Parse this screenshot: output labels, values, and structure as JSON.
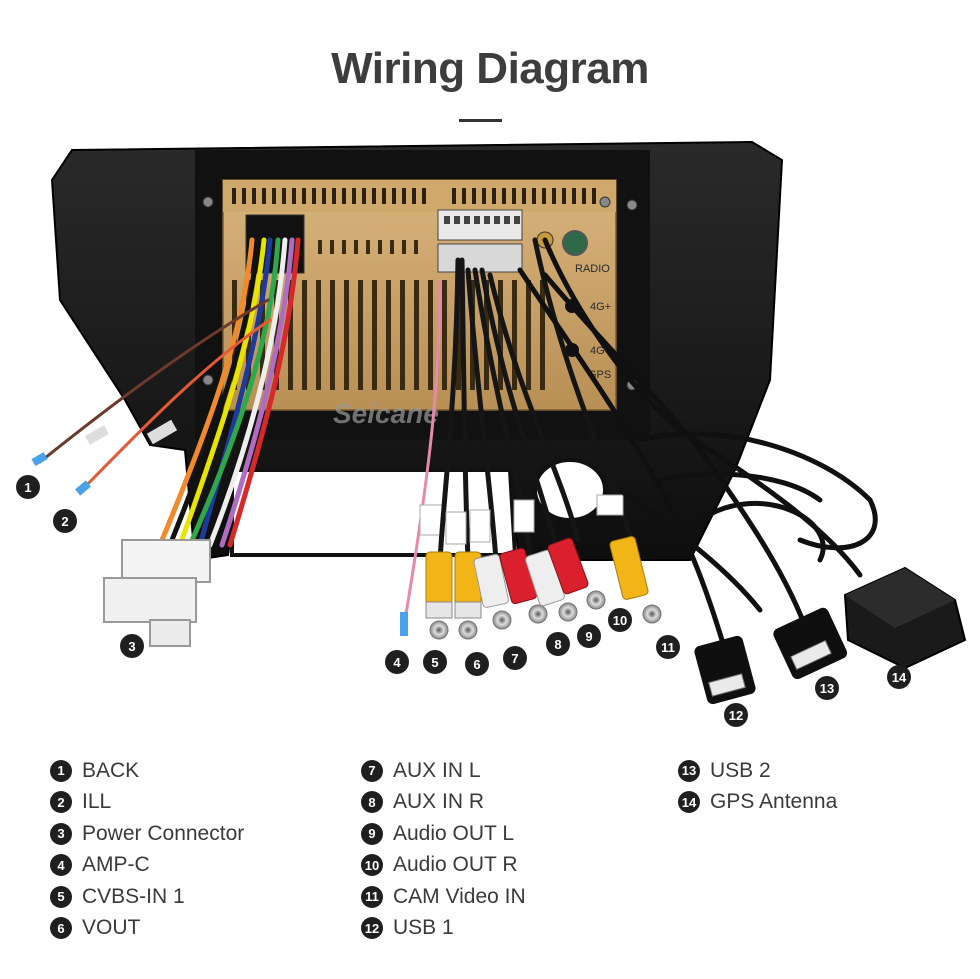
{
  "title": "Wiring Diagram",
  "watermark": "Seicane",
  "unit_labels": {
    "radio": "RADIO",
    "4g_plus": "4G+",
    "4g": "4G",
    "gps": "GPS"
  },
  "colors": {
    "callout": "#1f1f1f",
    "bezel": "#161616",
    "chassis": "#c9a46a",
    "rca_yellow": "#f2b517",
    "rca_white": "#eeeeee",
    "rca_red": "#d9202c"
  },
  "legend": [
    {
      "num": "1",
      "label": "BACK"
    },
    {
      "num": "2",
      "label": "ILL"
    },
    {
      "num": "3",
      "label": "Power Connector"
    },
    {
      "num": "4",
      "label": "AMP-C"
    },
    {
      "num": "5",
      "label": "CVBS-IN 1"
    },
    {
      "num": "6",
      "label": "VOUT"
    },
    {
      "num": "7",
      "label": "AUX IN L"
    },
    {
      "num": "8",
      "label": "AUX IN R"
    },
    {
      "num": "9",
      "label": "Audio OUT L"
    },
    {
      "num": "10",
      "label": "Audio OUT R"
    },
    {
      "num": "11",
      "label": "CAM Video IN"
    },
    {
      "num": "12",
      "label": "USB 1"
    },
    {
      "num": "13",
      "label": "USB 2"
    },
    {
      "num": "14",
      "label": "GPS Antenna"
    }
  ]
}
